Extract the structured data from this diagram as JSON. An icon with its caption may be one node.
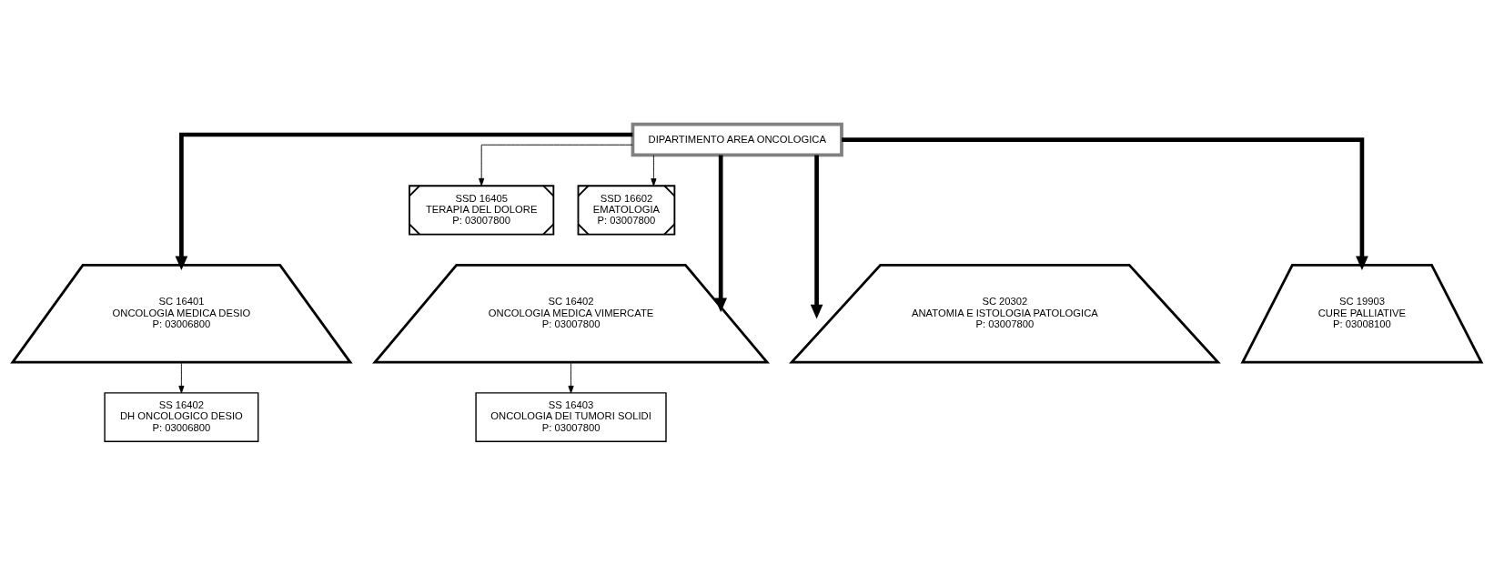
{
  "diagram": {
    "nodes": [
      {
        "text": [
          "DIPARTIMENTO AREA ONCOLOGICA"
        ]
      },
      {
        "text": [
          "SSD 16405",
          "TERAPIA DEL DOLORE",
          "P: 03007800"
        ]
      },
      {
        "text": [
          "SSD 16602",
          "EMATOLOGIA",
          "P: 03007800"
        ]
      },
      {
        "text": [
          "SC 16401",
          "ONCOLOGIA MEDICA DESIO",
          "P: 03006800"
        ]
      },
      {
        "text": [
          "SC 16402",
          "ONCOLOGIA MEDICA VIMERCATE",
          "P: 03007800"
        ]
      },
      {
        "text": [
          "SC 20302",
          "ANATOMIA E ISTOLOGIA PATOLOGICA",
          "P: 03007800"
        ]
      },
      {
        "text": [
          "SC 19903",
          "CURE PALLIATIVE",
          "P: 03008100"
        ]
      },
      {
        "text": [
          "SS 16402",
          "DH ONCOLOGICO DESIO",
          "P: 03006800"
        ]
      },
      {
        "text": [
          "SS 16403",
          "ONCOLOGIA DEI TUMORI SOLIDI",
          "P: 03007800"
        ]
      }
    ],
    "edges": [
      {
        "from": 0,
        "to": 1,
        "arrow": "to"
      },
      {
        "from": 0,
        "to": 2,
        "arrow": "to"
      },
      {
        "from": 0,
        "to": 3,
        "arrow": "to",
        "style": "thick"
      },
      {
        "from": 0,
        "to": 4,
        "arrow": "to",
        "style": "thick"
      },
      {
        "from": 0,
        "to": 5,
        "arrow": "to",
        "style": "thick"
      },
      {
        "from": 0,
        "to": 6,
        "arrow": "to",
        "style": "thick"
      },
      {
        "from": 3,
        "to": 7,
        "arrow": "to"
      },
      {
        "from": 4,
        "to": 8,
        "arrow": "to"
      }
    ]
  }
}
